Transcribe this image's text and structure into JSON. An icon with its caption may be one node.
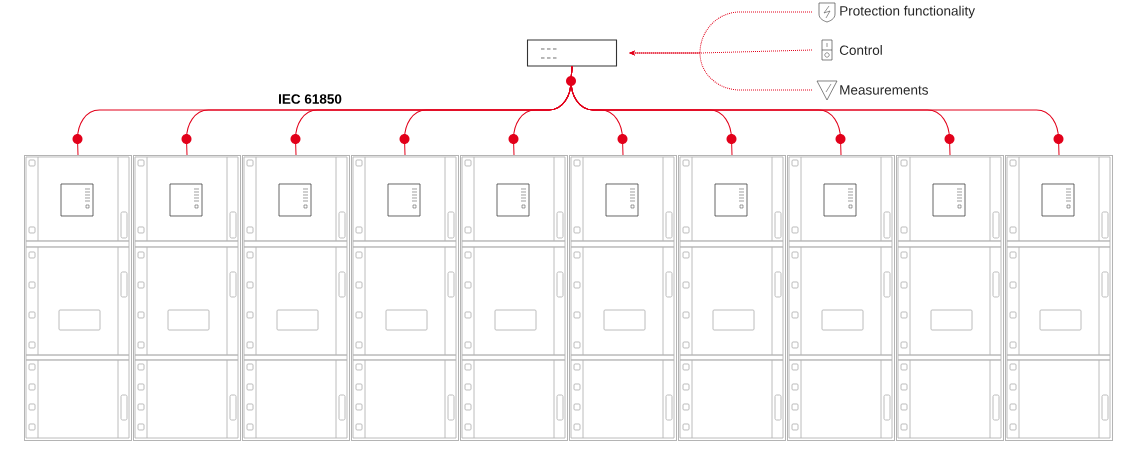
{
  "diagram": {
    "nodes": [
      {
        "text": [],
        "shape": "box"
      },
      {
        "text": [
          "Protection functionality"
        ]
      },
      {
        "text": [
          "Control"
        ]
      },
      {
        "text": [
          "Measurements"
        ]
      },
      {
        "text": [],
        "shape": "picture"
      },
      {
        "text": [],
        "shape": "picture"
      },
      {
        "text": [],
        "shape": "picture"
      },
      {
        "text": [],
        "shape": "picture"
      },
      {
        "text": [],
        "shape": "picture"
      },
      {
        "text": [],
        "shape": "picture"
      },
      {
        "text": [],
        "shape": "picture"
      },
      {
        "text": [],
        "shape": "picture"
      },
      {
        "text": [],
        "shape": "picture"
      },
      {
        "text": [],
        "shape": "picture"
      }
    ],
    "edges": [
      {
        "from": 1,
        "to": 0,
        "arrow": "to",
        "style": "dashed"
      },
      {
        "from": 2,
        "to": 0,
        "arrow": "to",
        "style": "dashed"
      },
      {
        "from": 3,
        "to": 0,
        "arrow": "to",
        "style": "dashed"
      },
      {
        "from": 0,
        "to": 4,
        "arrow": "none"
      },
      {
        "from": 0,
        "to": 5,
        "arrow": "none"
      },
      {
        "from": 0,
        "to": 6,
        "arrow": "none"
      },
      {
        "from": 0,
        "to": 7,
        "arrow": "none"
      },
      {
        "from": 0,
        "to": 8,
        "arrow": "none"
      },
      {
        "from": 0,
        "to": 9,
        "arrow": "none"
      },
      {
        "from": 0,
        "to": 10,
        "arrow": "none"
      },
      {
        "from": 0,
        "to": 11,
        "arrow": "none"
      },
      {
        "from": 0,
        "to": 12,
        "arrow": "none"
      },
      {
        "from": 0,
        "to": 13,
        "arrow": "none"
      }
    ],
    "labels": [
      "IEC 61850"
    ]
  }
}
